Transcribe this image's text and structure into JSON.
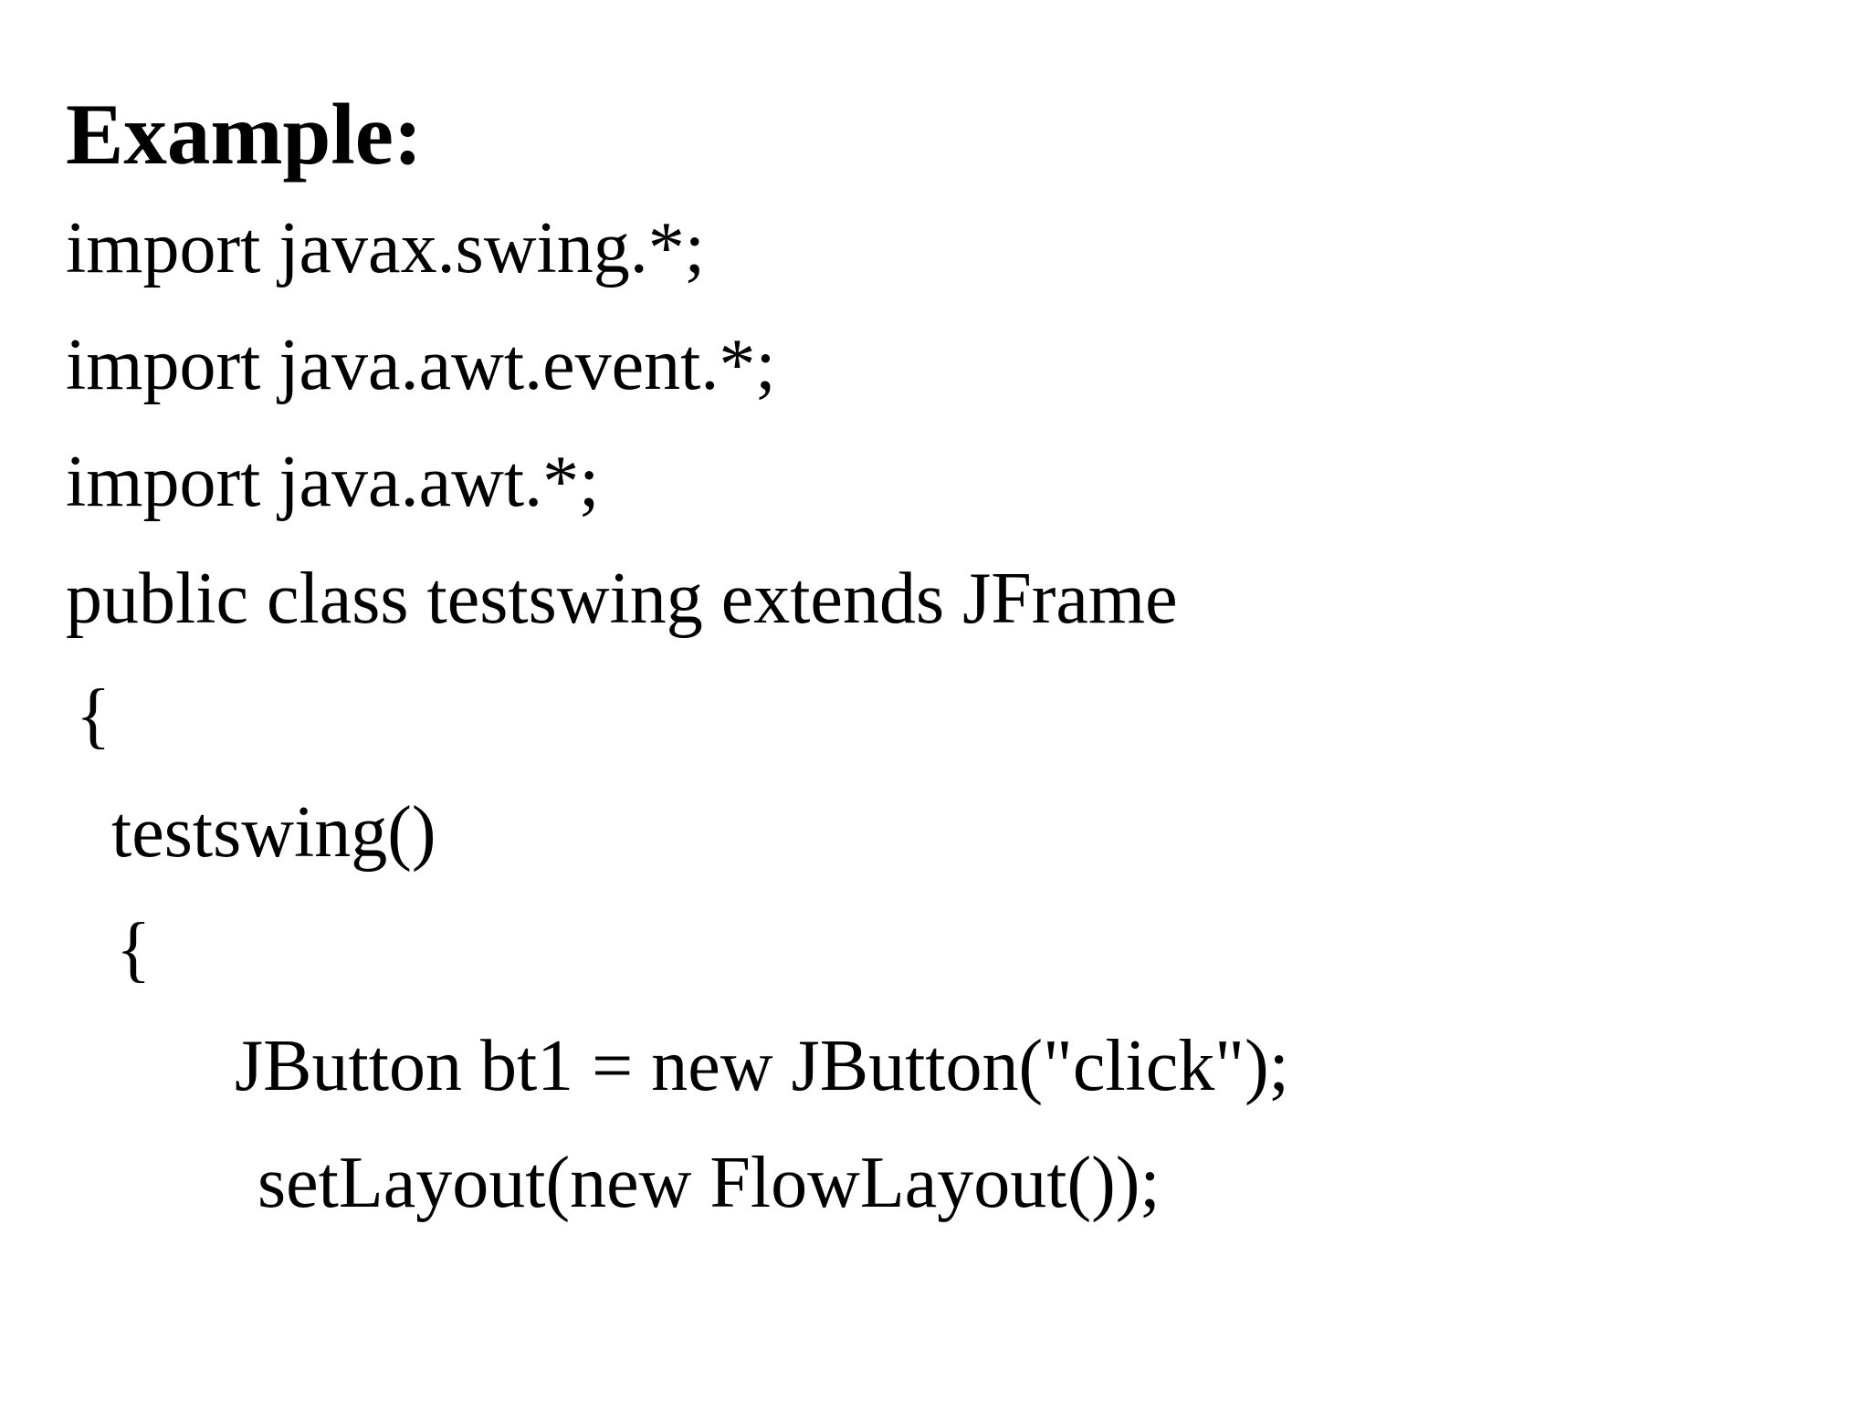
{
  "page": {
    "background_color": "#ffffff",
    "text_color": "#000000"
  },
  "heading": {
    "label": "Example:"
  },
  "code": {
    "lines": [
      "import javax.swing.*;",
      "import java.awt.event.*;",
      "import java.awt.*;",
      "public class testswing extends JFrame",
      "{",
      "testswing()",
      "{",
      "JButton bt1 = new JButton(\"click\");",
      "setLayout(new FlowLayout());"
    ]
  }
}
